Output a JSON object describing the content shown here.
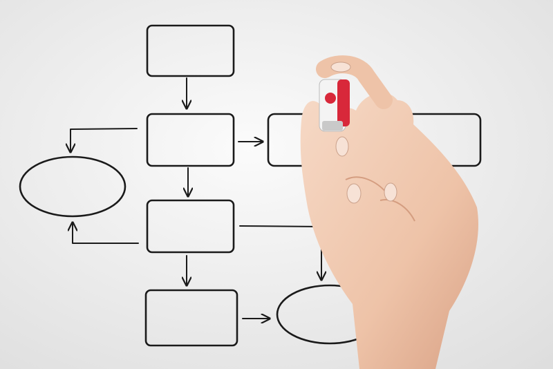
{
  "scene": {
    "subject": "hand-drawn-flowchart",
    "colors": {
      "background": "#f2f2f2",
      "ink": "#1a1a1a",
      "skin": "#f1cdb6",
      "skin_shadow": "#dba88c",
      "marker_body": "#f4f4f4",
      "marker_cap": "#d8283a"
    },
    "shapes": {
      "boxes": 6,
      "ellipses": 2,
      "arrows": 9
    }
  }
}
